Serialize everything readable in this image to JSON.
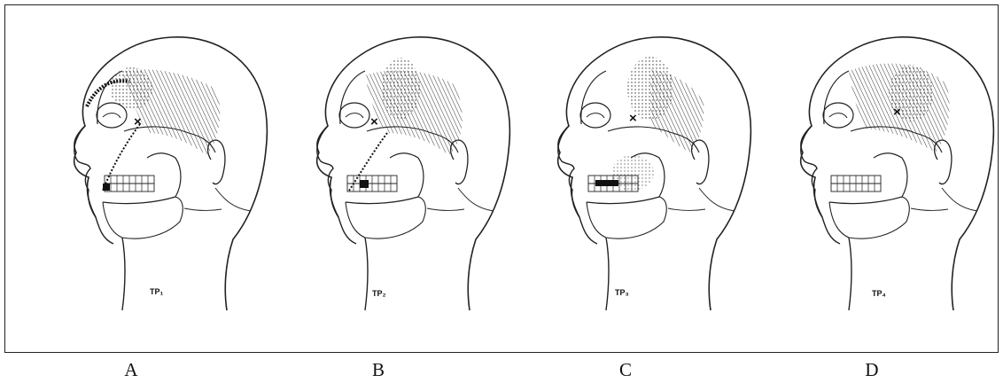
{
  "figures": [
    {
      "tp_label": "TP₁",
      "letter": "A"
    },
    {
      "tp_label": "TP₂",
      "letter": "B"
    },
    {
      "tp_label": "TP₃",
      "letter": "C"
    },
    {
      "tp_label": "TP₄",
      "letter": "D"
    }
  ]
}
